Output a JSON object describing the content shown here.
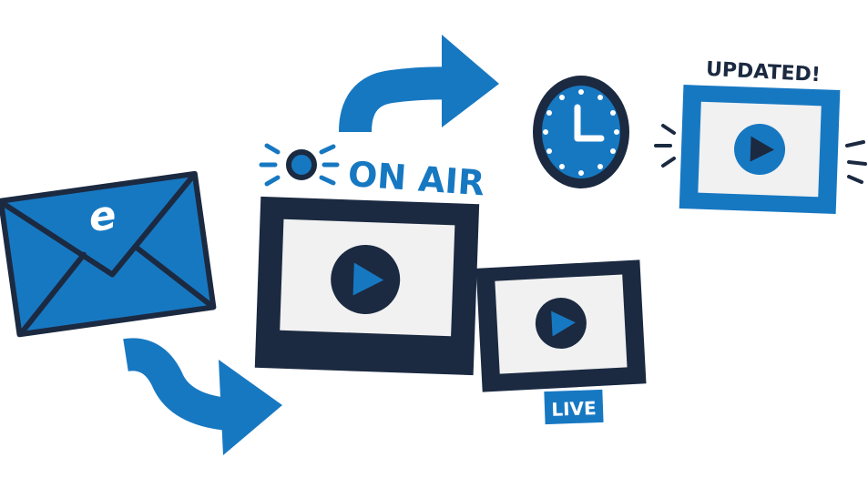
{
  "labels": {
    "on_air": "ON AIR",
    "live": "LIVE",
    "updated": "UPDATED!",
    "envelope_letter": "e"
  },
  "colors": {
    "brand_blue": "#1778c2",
    "navy": "#1b2a41",
    "screen": "#f1f1f1",
    "background": "#ffffff"
  },
  "icons": [
    "envelope-icon",
    "arrow-icon",
    "recording-light-icon",
    "video-player-icon",
    "clock-icon",
    "live-badge"
  ]
}
